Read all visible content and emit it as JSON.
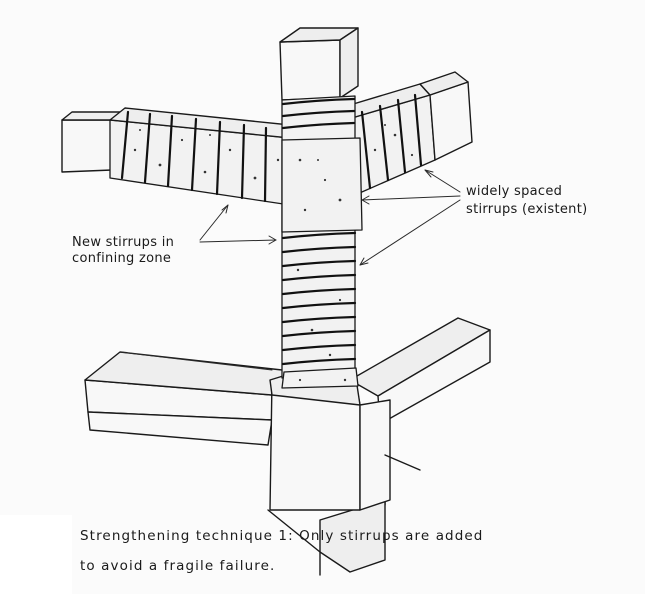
{
  "labels": {
    "new_stirrups_line1": "New stirrups in",
    "new_stirrups_line2": "confining zone",
    "widely_spaced_line1": "widely spaced",
    "widely_spaced_line2": "stirrups (existent)"
  },
  "caption": {
    "line1": "Strengthening technique 1: Only stirrups are added",
    "line2": "to avoid a fragile failure."
  }
}
